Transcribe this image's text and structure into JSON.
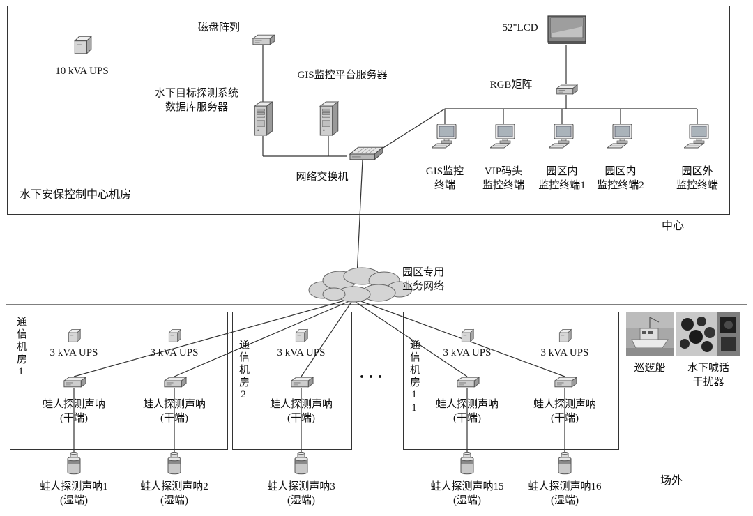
{
  "center_room": {
    "box_label": "水下安保控制中心机房",
    "region_label": "中心",
    "ups_label": "10 kVA UPS",
    "disk_array_label": "磁盘阵列",
    "gis_server_label": "GIS监控平台服务器",
    "db_server_line1": "水下目标探测系统",
    "db_server_line2": "数据库服务器",
    "lcd_label": "52\"LCD",
    "rgb_matrix_label": "RGB矩阵",
    "switch_label": "网络交换机",
    "terminals": [
      {
        "line1": "GIS监控",
        "line2": "终端"
      },
      {
        "line1": "VIP码头",
        "line2": "监控终端"
      },
      {
        "line1": "园区内",
        "line2": "监控终端1"
      },
      {
        "line1": "园区内",
        "line2": "监控终端2"
      },
      {
        "line1": "园区外",
        "line2": "监控终端"
      }
    ]
  },
  "cloud": {
    "line1": "园区专用",
    "line2": "业务网络"
  },
  "field_area": {
    "region_label": "场外",
    "ellipsis": "···",
    "rooms": [
      {
        "vertical_label": "通信机房1"
      },
      {
        "vertical_label": "通信机房2"
      },
      {
        "vertical_label": "通信机房11"
      }
    ],
    "sonar_columns": [
      {
        "ups_label": "3 kVA UPS",
        "dry_line1": "蛙人探测声呐",
        "dry_line2": "(干端)",
        "wet_line1": "蛙人探测声呐1",
        "wet_line2": "(湿端)"
      },
      {
        "ups_label": "3 kVA UPS",
        "dry_line1": "蛙人探测声呐",
        "dry_line2": "(干端)",
        "wet_line1": "蛙人探测声呐2",
        "wet_line2": "(湿端)"
      },
      {
        "ups_label": "3 kVA UPS",
        "dry_line1": "蛙人探测声呐",
        "dry_line2": "(干端)",
        "wet_line1": "蛙人探测声呐3",
        "wet_line2": "(湿端)"
      },
      {
        "ups_label": "3 kVA UPS",
        "dry_line1": "蛙人探测声呐",
        "dry_line2": "(干端)",
        "wet_line1": "蛙人探测声呐15",
        "wet_line2": "(湿端)"
      },
      {
        "ups_label": "3 kVA UPS",
        "dry_line1": "蛙人探测声呐",
        "dry_line2": "(干端)",
        "wet_line1": "蛙人探测声呐16",
        "wet_line2": "(湿端)"
      }
    ],
    "patrol_boat_label": "巡逻船",
    "jammer_line1": "水下喊话",
    "jammer_line2": "干扰器"
  }
}
